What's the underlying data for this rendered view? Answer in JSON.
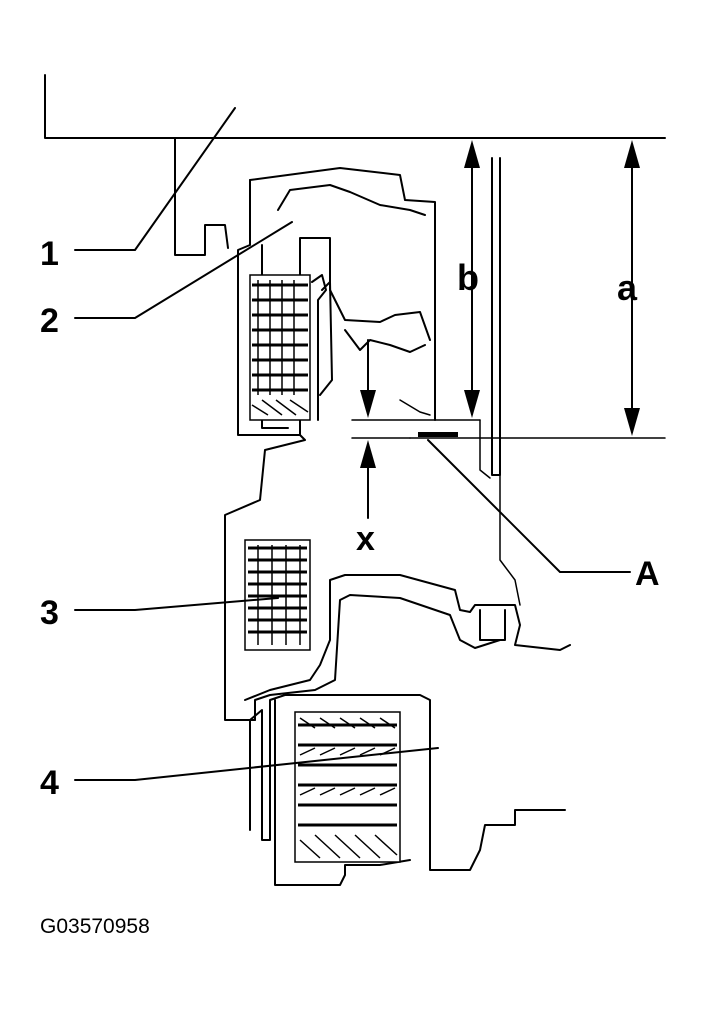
{
  "callouts": {
    "one": "1",
    "two": "2",
    "three": "3",
    "four": "4",
    "A": "A",
    "a": "a",
    "b": "b",
    "x": "x"
  },
  "figure_id": "G03570958"
}
